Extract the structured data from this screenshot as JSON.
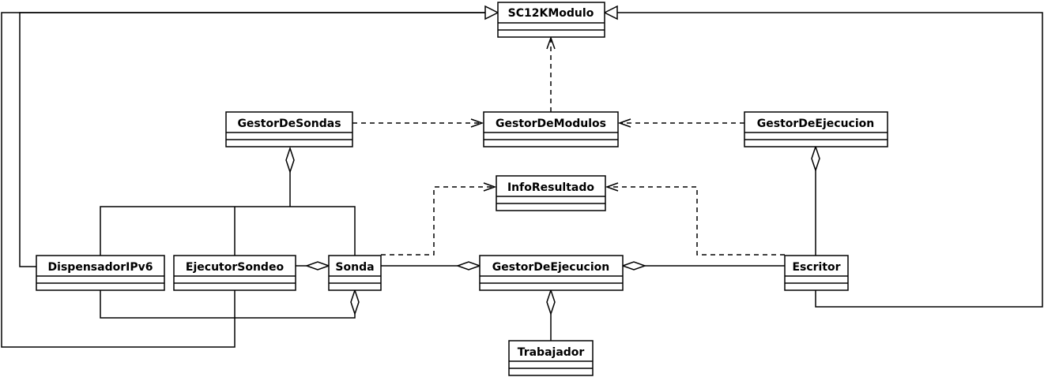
{
  "classes": {
    "sc12kmodulo": "SC12KModulo",
    "gestor_de_sondas": "GestorDeSondas",
    "gestor_de_modulos": "GestorDeModulos",
    "gestor_de_ejecucion_top": "GestorDeEjecucion",
    "info_resultado": "InfoResultado",
    "dispensador_ipv6": "DispensadorIPv6",
    "ejecutor_sondeo": "EjecutorSondeo",
    "sonda": "Sonda",
    "gestor_de_ejecucion_mid": "GestorDeEjecucion",
    "escritor": "Escritor",
    "trabajador": "Trabajador"
  }
}
